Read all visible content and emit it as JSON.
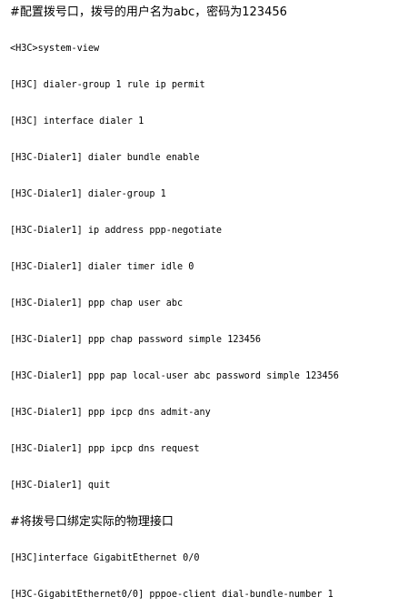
{
  "document": {
    "section1_heading": "#配置拨号口，拨号的用户名为abc，密码为123456",
    "section1_lines": [
      "<H3C>system-view",
      "[H3C] dialer-group 1 rule ip permit",
      "[H3C] interface dialer 1",
      "[H3C-Dialer1] dialer bundle enable",
      "[H3C-Dialer1] dialer-group 1",
      "[H3C-Dialer1] ip address ppp-negotiate",
      "[H3C-Dialer1] dialer timer idle 0",
      "[H3C-Dialer1] ppp chap user abc",
      "[H3C-Dialer1] ppp chap password simple 123456",
      "[H3C-Dialer1] ppp pap local-user abc password simple 123456",
      "[H3C-Dialer1] ppp ipcp dns admit-any",
      "[H3C-Dialer1] ppp ipcp dns request",
      "[H3C-Dialer1] quit"
    ],
    "section2_heading": "#将拨号口绑定实际的物理接口",
    "section2_lines": [
      "[H3C]interface GigabitEthernet 0/0",
      "[H3C-GigabitEthernet0/0] pppoe-client dial-bundle-number 1"
    ]
  }
}
